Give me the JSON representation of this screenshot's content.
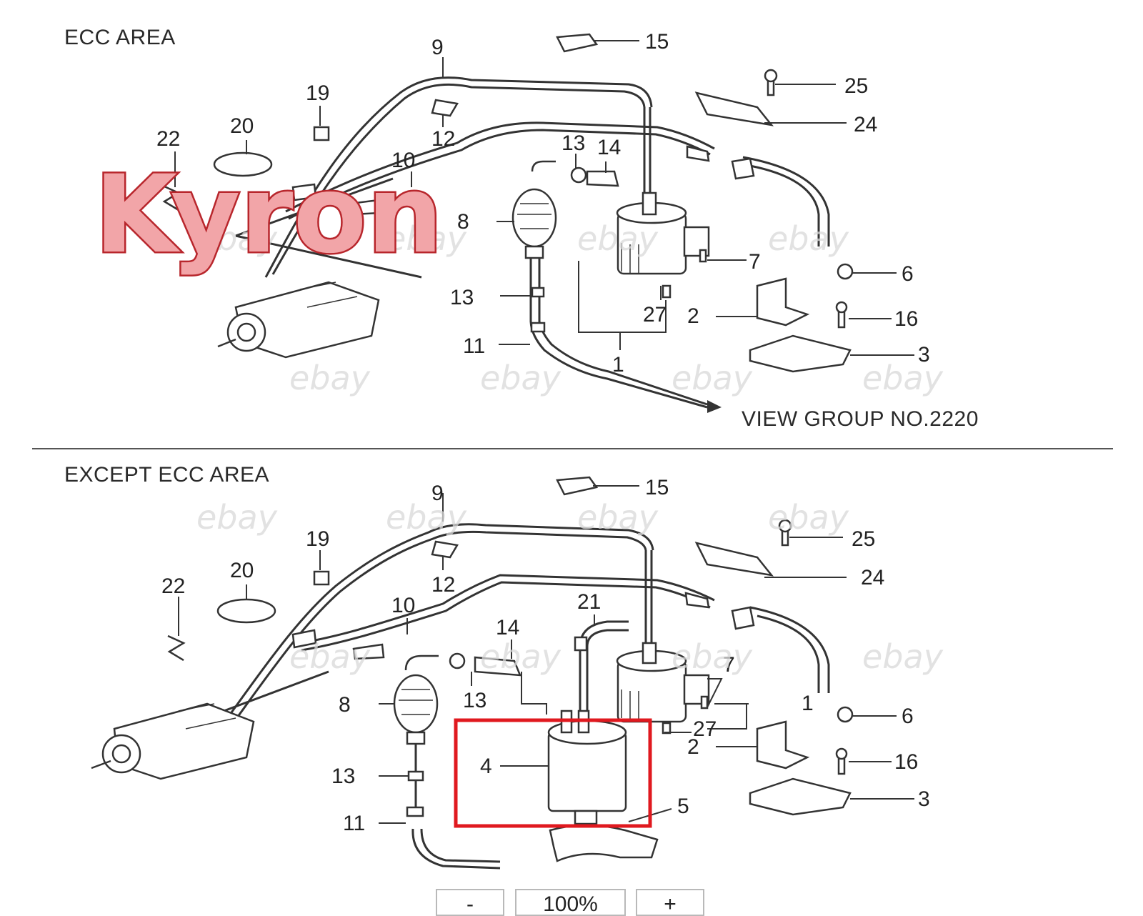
{
  "sections": {
    "top_title": "ECC AREA",
    "bottom_title": "EXCEPT ECC AREA",
    "view_group": "VIEW GROUP NO.2220"
  },
  "brand_overlay": "Kyron",
  "watermark": "ebay",
  "colors": {
    "brand_fill": "#f2a5a8",
    "brand_stroke": "#b8262c",
    "highlight": "#e0191f"
  },
  "top_callouts": [
    "9",
    "15",
    "25",
    "24",
    "19",
    "12",
    "22",
    "20",
    "10",
    "13",
    "14",
    "8",
    "7",
    "6",
    "13",
    "27",
    "2",
    "16",
    "11",
    "1",
    "3"
  ],
  "bottom_callouts": [
    "9",
    "15",
    "19",
    "25",
    "24",
    "12",
    "22",
    "20",
    "10",
    "21",
    "14",
    "7",
    "8",
    "13",
    "1",
    "6",
    "27",
    "2",
    "4",
    "16",
    "13",
    "3",
    "5",
    "11"
  ],
  "zoom": {
    "out_label": "-",
    "level": "100%",
    "in_label": "+"
  }
}
